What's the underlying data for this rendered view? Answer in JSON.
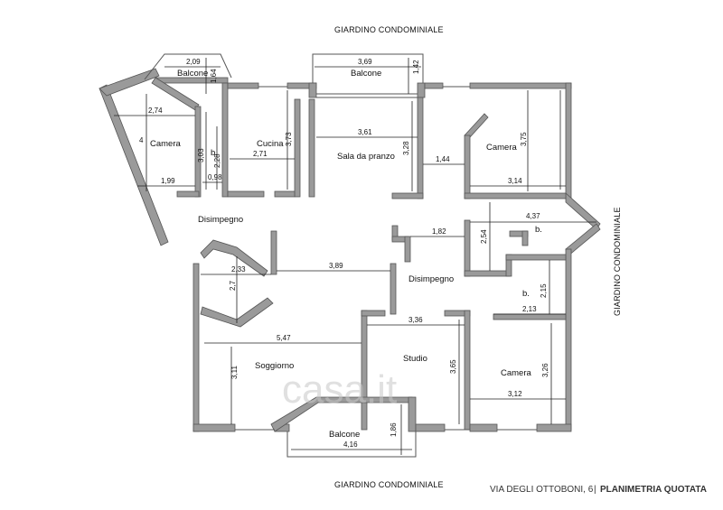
{
  "gardens": {
    "top": "GIARDINO CONDOMINIALE",
    "bottom": "GIARDINO CONDOMINIALE",
    "right": "GIARDINO CONDOMINIALE"
  },
  "footer": {
    "address": "VIA DEGLI OTTOBONI, 6",
    "separator": "|",
    "title": "PLANIMETRIA QUOTATA"
  },
  "watermark": "casa.it",
  "rooms": {
    "balcone_tl": "Balcone",
    "balcone_top": "Balcone",
    "balcone_bottom": "Balcone",
    "camera_left": "Camera",
    "bagno_left": "b.",
    "cucina": "Cucina",
    "sala": "Sala da pranzo",
    "camera_tr": "Camera",
    "disimpegno_left": "Disimpegno",
    "disimpegno_right": "Disimpegno",
    "bagno_r1": "b.",
    "bagno_r2": "b.",
    "soggiorno": "Soggiorno",
    "studio": "Studio",
    "camera_br": "Camera"
  },
  "dims": {
    "d_209": "2,09",
    "d_164": "1,64",
    "d_369": "3,69",
    "d_142": "1,42",
    "d_274": "2,74",
    "d_4": "4",
    "d_303": "3,03",
    "d_228": "2,28",
    "d_098": "0,98",
    "d_199": "1,99",
    "d_271": "2,71",
    "d_373": "3,73",
    "d_361": "3,61",
    "d_328": "3,28",
    "d_144": "1,44",
    "d_375": "3,75",
    "d_314": "3,14",
    "d_437": "4,37",
    "d_254": "2,54",
    "d_182": "1,82",
    "d_233": "2,33",
    "d_389": "3,89",
    "d_27": "2,7",
    "d_215": "2,15",
    "d_213": "2,13",
    "d_336": "3,36",
    "d_547": "5,47",
    "d_311": "3,11",
    "d_365": "3,65",
    "d_326": "3,26",
    "d_312": "3,12",
    "d_186": "1,86",
    "d_416": "4,16"
  }
}
